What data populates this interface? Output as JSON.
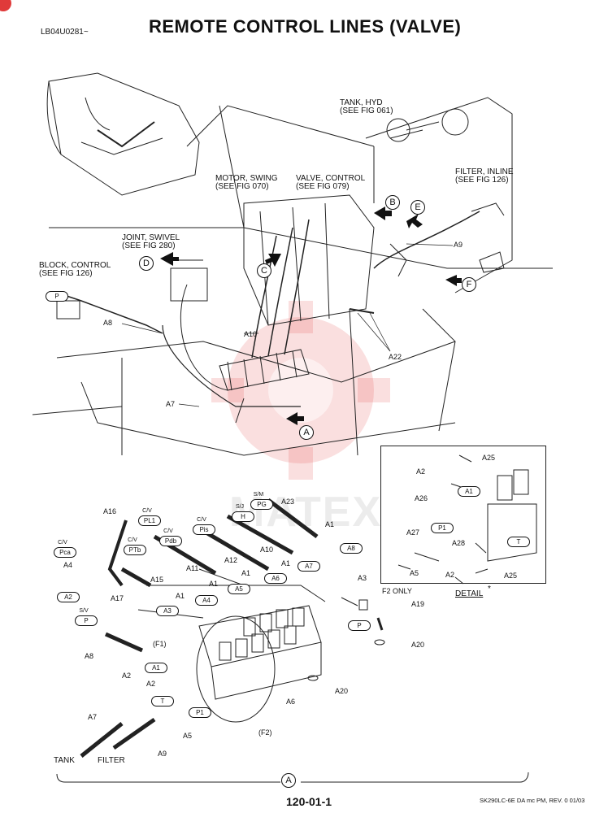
{
  "header": {
    "doc_id": "LB04U0281~",
    "title": "REMOTE CONTROL LINES (VALVE)"
  },
  "footer": {
    "page": "120-01-1",
    "revision": "SK290LC-6E DA mc PM, REV. 0 01/03"
  },
  "watermark": "MATEX",
  "callouts": {
    "tank_hyd": [
      "TANK, HYD",
      "(SEE FIG 061)"
    ],
    "motor_swing": [
      "MOTOR, SWING",
      "(SEE FIG 070)"
    ],
    "valve_control": [
      "VALVE, CONTROL",
      "(SEE FIG 079)"
    ],
    "filter_inline": [
      "FILTER, INLINE",
      "(SEE FIG 126)"
    ],
    "joint_swivel": [
      "JOINT, SWIVEL",
      "(SEE FIG 280)"
    ],
    "block_control": [
      "BLOCK, CONTROL",
      "(SEE FIG 126)"
    ]
  },
  "view_letters": [
    "A",
    "B",
    "C",
    "D",
    "E",
    "F"
  ],
  "upper_parts": [
    "A7",
    "A8",
    "A9",
    "A10",
    "A22"
  ],
  "lower_parts": {
    "tubes": [
      "A16",
      "A4",
      "A17",
      "A15",
      "A11",
      "A12",
      "A10",
      "A23",
      "A1",
      "A1",
      "A1",
      "A1",
      "A1",
      "A3",
      "A8",
      "A2",
      "A2",
      "A7",
      "A9",
      "A5",
      "A6",
      "A19",
      "A20",
      "A20"
    ],
    "ports": [
      {
        "over": "C/V",
        "tag": "PL1"
      },
      {
        "over": "C/V",
        "tag": "Pdb"
      },
      {
        "over": "C/V",
        "tag": "Pis"
      },
      {
        "over": "S/M",
        "tag": "PG"
      },
      {
        "over": "S/J",
        "tag": "H"
      },
      {
        "over": "C/V",
        "tag": "Pca"
      },
      {
        "over": "C/V",
        "tag": "PTb"
      },
      {
        "over": "S/V",
        "tag": "P"
      }
    ],
    "tags": [
      "A8",
      "A7",
      "A6",
      "A5",
      "A4",
      "A3",
      "A2",
      "A1",
      "P",
      "T",
      "P1",
      "(F1)",
      "(F2)",
      "F2 ONLY"
    ],
    "tank_label": "TANK",
    "filter_label": "FILTER",
    "view_a": "A"
  },
  "detail": {
    "title": "DETAIL",
    "star": "*",
    "parts": [
      "A25",
      "A2",
      "A26",
      "A1",
      "A27",
      "P1",
      "A28",
      "T",
      "A5",
      "A2",
      "A25"
    ]
  }
}
